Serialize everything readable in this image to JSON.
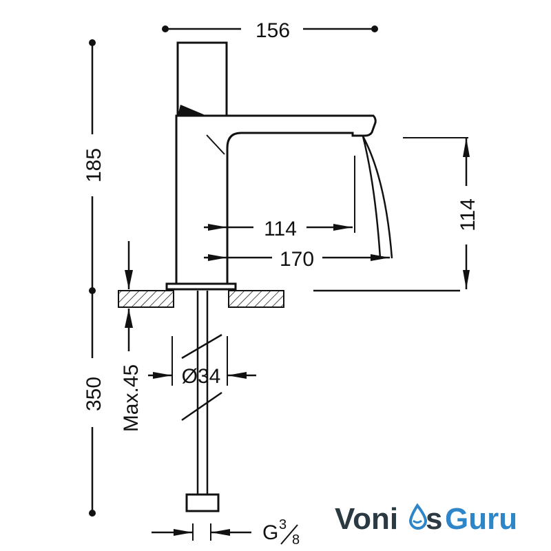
{
  "dimensions": {
    "width_top": "156",
    "height_upper": "185",
    "height_lower": "350",
    "spout_reach_inner": "114",
    "spout_reach_outer": "170",
    "spout_height": "114",
    "max_thickness": "Max.45",
    "hole_diameter": "Ø34",
    "thread_prefix": "G",
    "thread_num": "3",
    "thread_den": "8"
  },
  "logo": {
    "part1": "Voni",
    "part2": "s",
    "part3": "Guru"
  },
  "colors": {
    "line": "#111111",
    "logo_dark": "#2a3942",
    "logo_blue": "#2e86c8"
  }
}
